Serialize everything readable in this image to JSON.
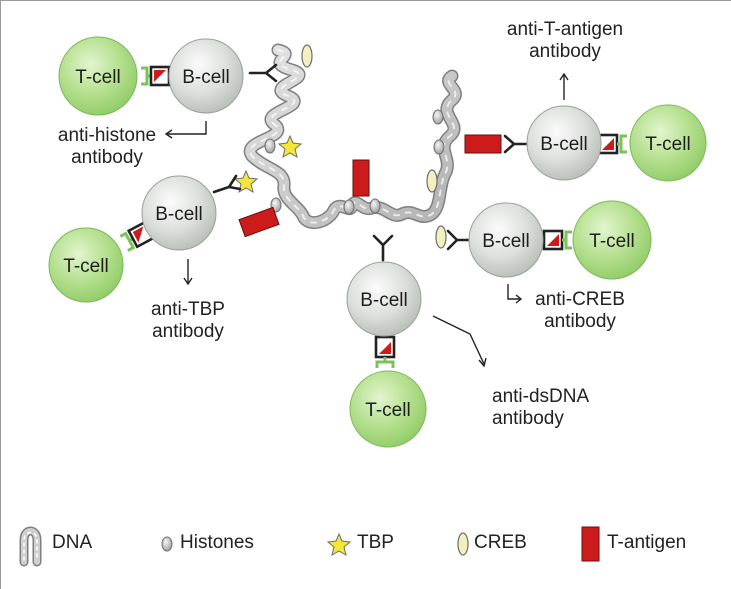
{
  "cells": {
    "b_cell_label": "B-cell",
    "t_cell_label": "T-cell"
  },
  "antibodies": {
    "histone": [
      "anti-histone",
      "antibody"
    ],
    "tbp": [
      "anti-TBP",
      "antibody"
    ],
    "dsdna": [
      "anti-dsDNA",
      "antibody"
    ],
    "creb": [
      "anti-CREB",
      "antibody"
    ],
    "t_antigen": [
      "anti-T-antigen",
      "antibody"
    ]
  },
  "legend": {
    "dna": "DNA",
    "histones": "Histones",
    "tbp": "TBP",
    "creb": "CREB",
    "t_antigen": "T-antigen"
  },
  "colors": {
    "t_cell_fill": "#a6d97d",
    "t_cell_edge": "#78b857",
    "b_cell_fill": "#d2d6d2",
    "t_antigen": "#cc1b1b",
    "tbp_star": "#f4e73a",
    "creb": "#f2f0bf",
    "bracket": "#7bc25a",
    "dna": "#bdbdbd"
  }
}
